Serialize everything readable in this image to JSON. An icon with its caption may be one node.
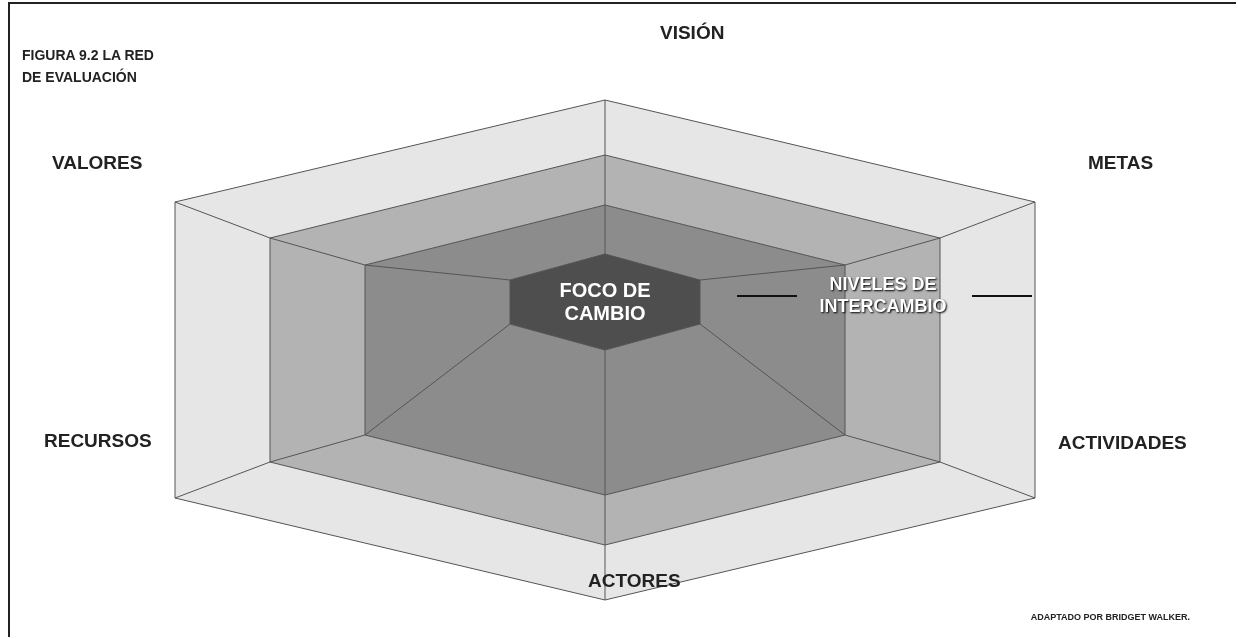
{
  "diagram": {
    "title": "FIGURA 9.2 LA RED DE EVALUACIÓN",
    "caption": "ADAPTADO POR BRIDGET WALKER.",
    "nodes": [
      {
        "text": [],
        "shape": "hexagon"
      },
      {
        "text": [],
        "shape": "hexagon",
        "in": 0
      },
      {
        "text": [],
        "shape": "hexagon",
        "in": 1
      },
      {
        "text": [
          "FOCO DE CAMBIO"
        ],
        "in": 2
      }
    ],
    "labels": [
      "VISIÓN",
      "VALORES",
      "METAS",
      "NIVELES DE INTERCAMBIO",
      "RECURSOS",
      "ACTIVIDADES",
      "ACTORES"
    ]
  }
}
